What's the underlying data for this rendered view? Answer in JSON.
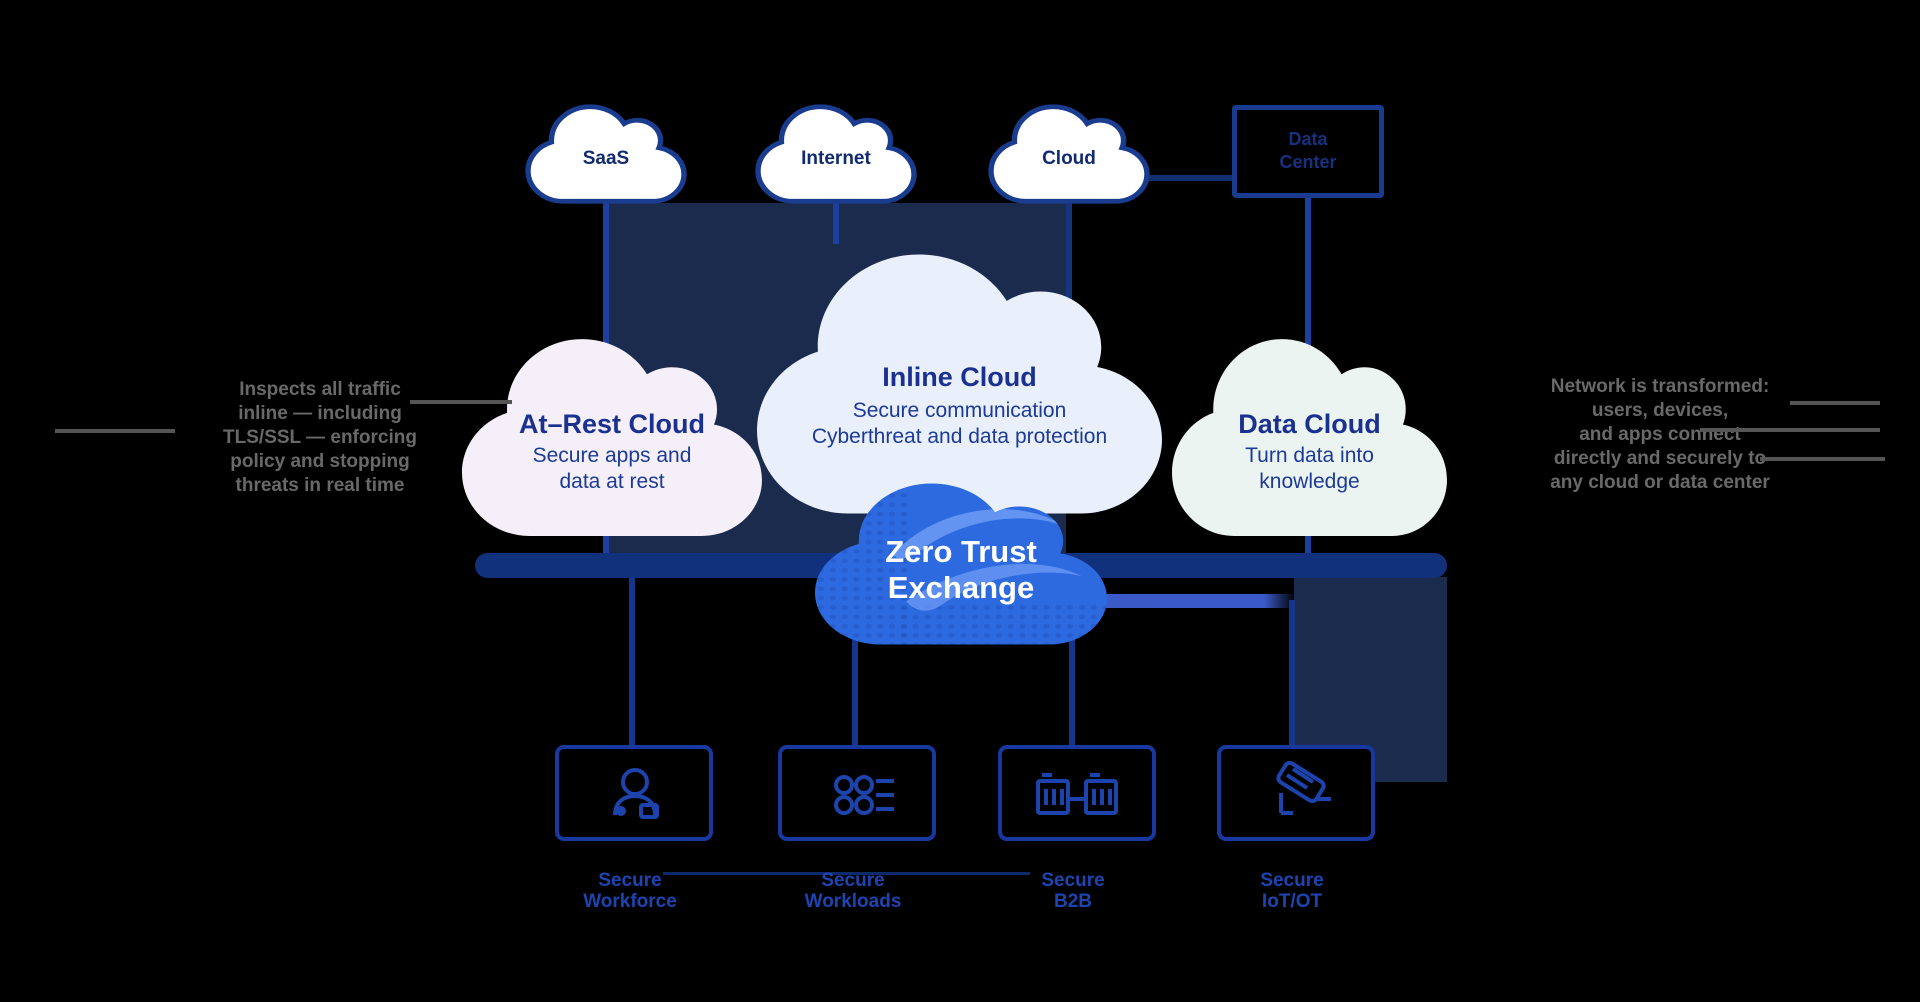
{
  "colors": {
    "background": "#000000",
    "navy_panel": "#1b2b4e",
    "connector_blue": "#1d3f9f",
    "bar_navy": "#11317d",
    "top_cloud_outline": "#1a3c8f",
    "top_cloud_fill": "#ffffff",
    "top_cloud_text": "#122a70",
    "at_rest_fill": "#f4eff8",
    "inline_fill": "#e9effb",
    "data_fill": "#ecf4f2",
    "mid_text": "#1c3a96",
    "zte_fill": "#2d6ae0",
    "zte_swoosh": "#6d9bf5",
    "zte_text": "#ffffff",
    "box_border": "#1838a0",
    "bottom_label_blue": "#1d44b0",
    "note_gray": "#696969"
  },
  "top": {
    "clouds": [
      {
        "label": "SaaS"
      },
      {
        "label": "Internet"
      },
      {
        "label": "Cloud"
      }
    ],
    "data_center": {
      "line1": "Data",
      "line2": "Center"
    }
  },
  "mid": {
    "at_rest": {
      "title": "At–Rest Cloud",
      "line1": "Secure apps and",
      "line2": "data at rest"
    },
    "inline": {
      "title": "Inline Cloud",
      "line1": "Secure communication",
      "line2": "Cyberthreat and data protection"
    },
    "data": {
      "title": "Data Cloud",
      "line1": "Turn data into",
      "line2": "knowledge"
    }
  },
  "zte": {
    "line1": "Zero Trust",
    "line2": "Exchange"
  },
  "left_note": {
    "lines": [
      "Inspects all traffic",
      "inline — including",
      "TLS/SSL — enforcing",
      "policy and stopping",
      "threats in real time"
    ]
  },
  "right_note": {
    "lines": [
      "Network is transformed:",
      "users, devices,",
      "and apps connect",
      "directly and securely to",
      "any cloud or data center"
    ]
  },
  "bottom": {
    "items": [
      {
        "icon": "person-icon",
        "line1": "Secure",
        "line2": "Workforce"
      },
      {
        "icon": "workloads-icon",
        "line1": "Secure",
        "line2": "Workloads"
      },
      {
        "icon": "buildings-icon",
        "line1": "Secure",
        "line2": "B2B"
      },
      {
        "icon": "camera-icon",
        "line1": "Secure",
        "line2": "IoT/OT"
      }
    ]
  }
}
